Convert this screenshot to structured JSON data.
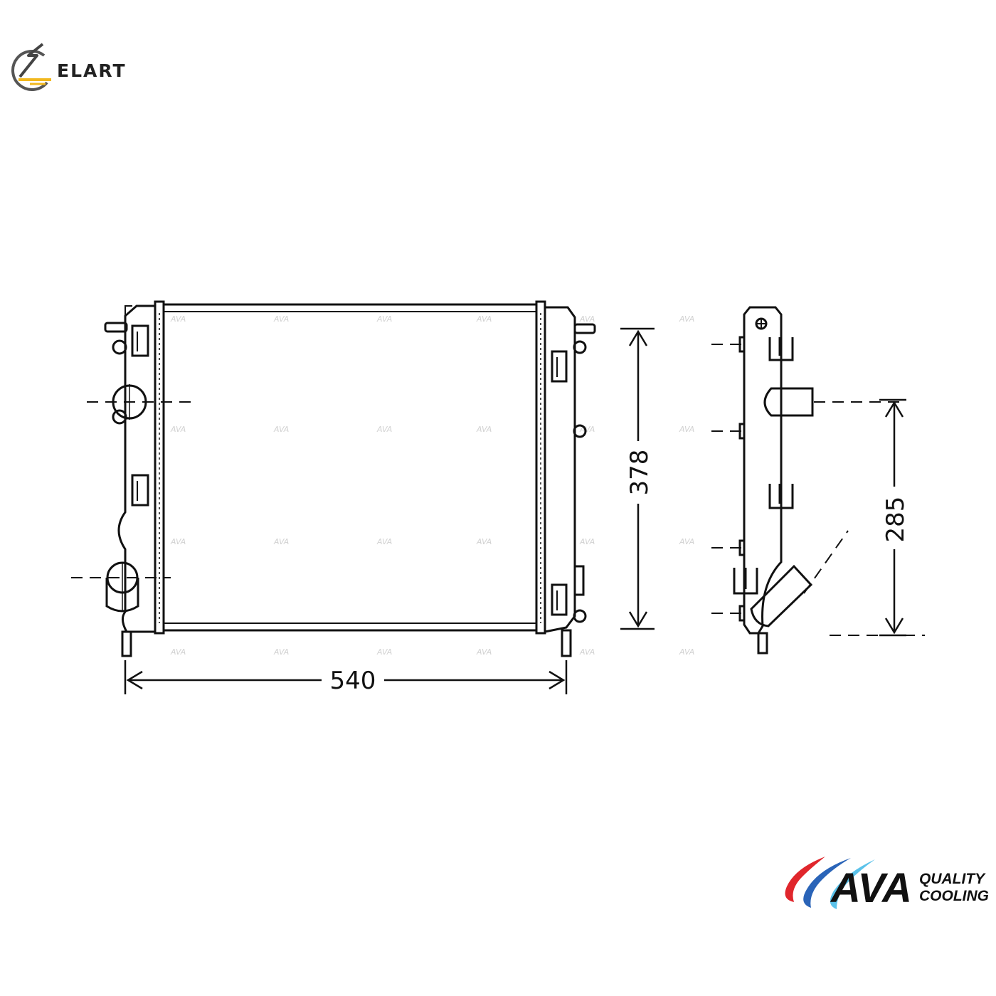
{
  "brands": {
    "elart": {
      "name": "ELART",
      "ring_color": "#555555",
      "accent_color": "#f2b81e"
    },
    "ava": {
      "name": "AVA",
      "tagline_line1": "QUALITY",
      "tagline_line2": "COOLING",
      "swoosh_colors": [
        "#e0262c",
        "#2a64b8",
        "#5bc2ea"
      ]
    }
  },
  "drawing": {
    "front_view": {
      "width_dimension": "540",
      "height_dimension": "378"
    },
    "side_view": {
      "outlet_dimension": "285"
    }
  },
  "colors": {
    "line": "#111111",
    "dash": "#111111",
    "background": "#ffffff"
  }
}
